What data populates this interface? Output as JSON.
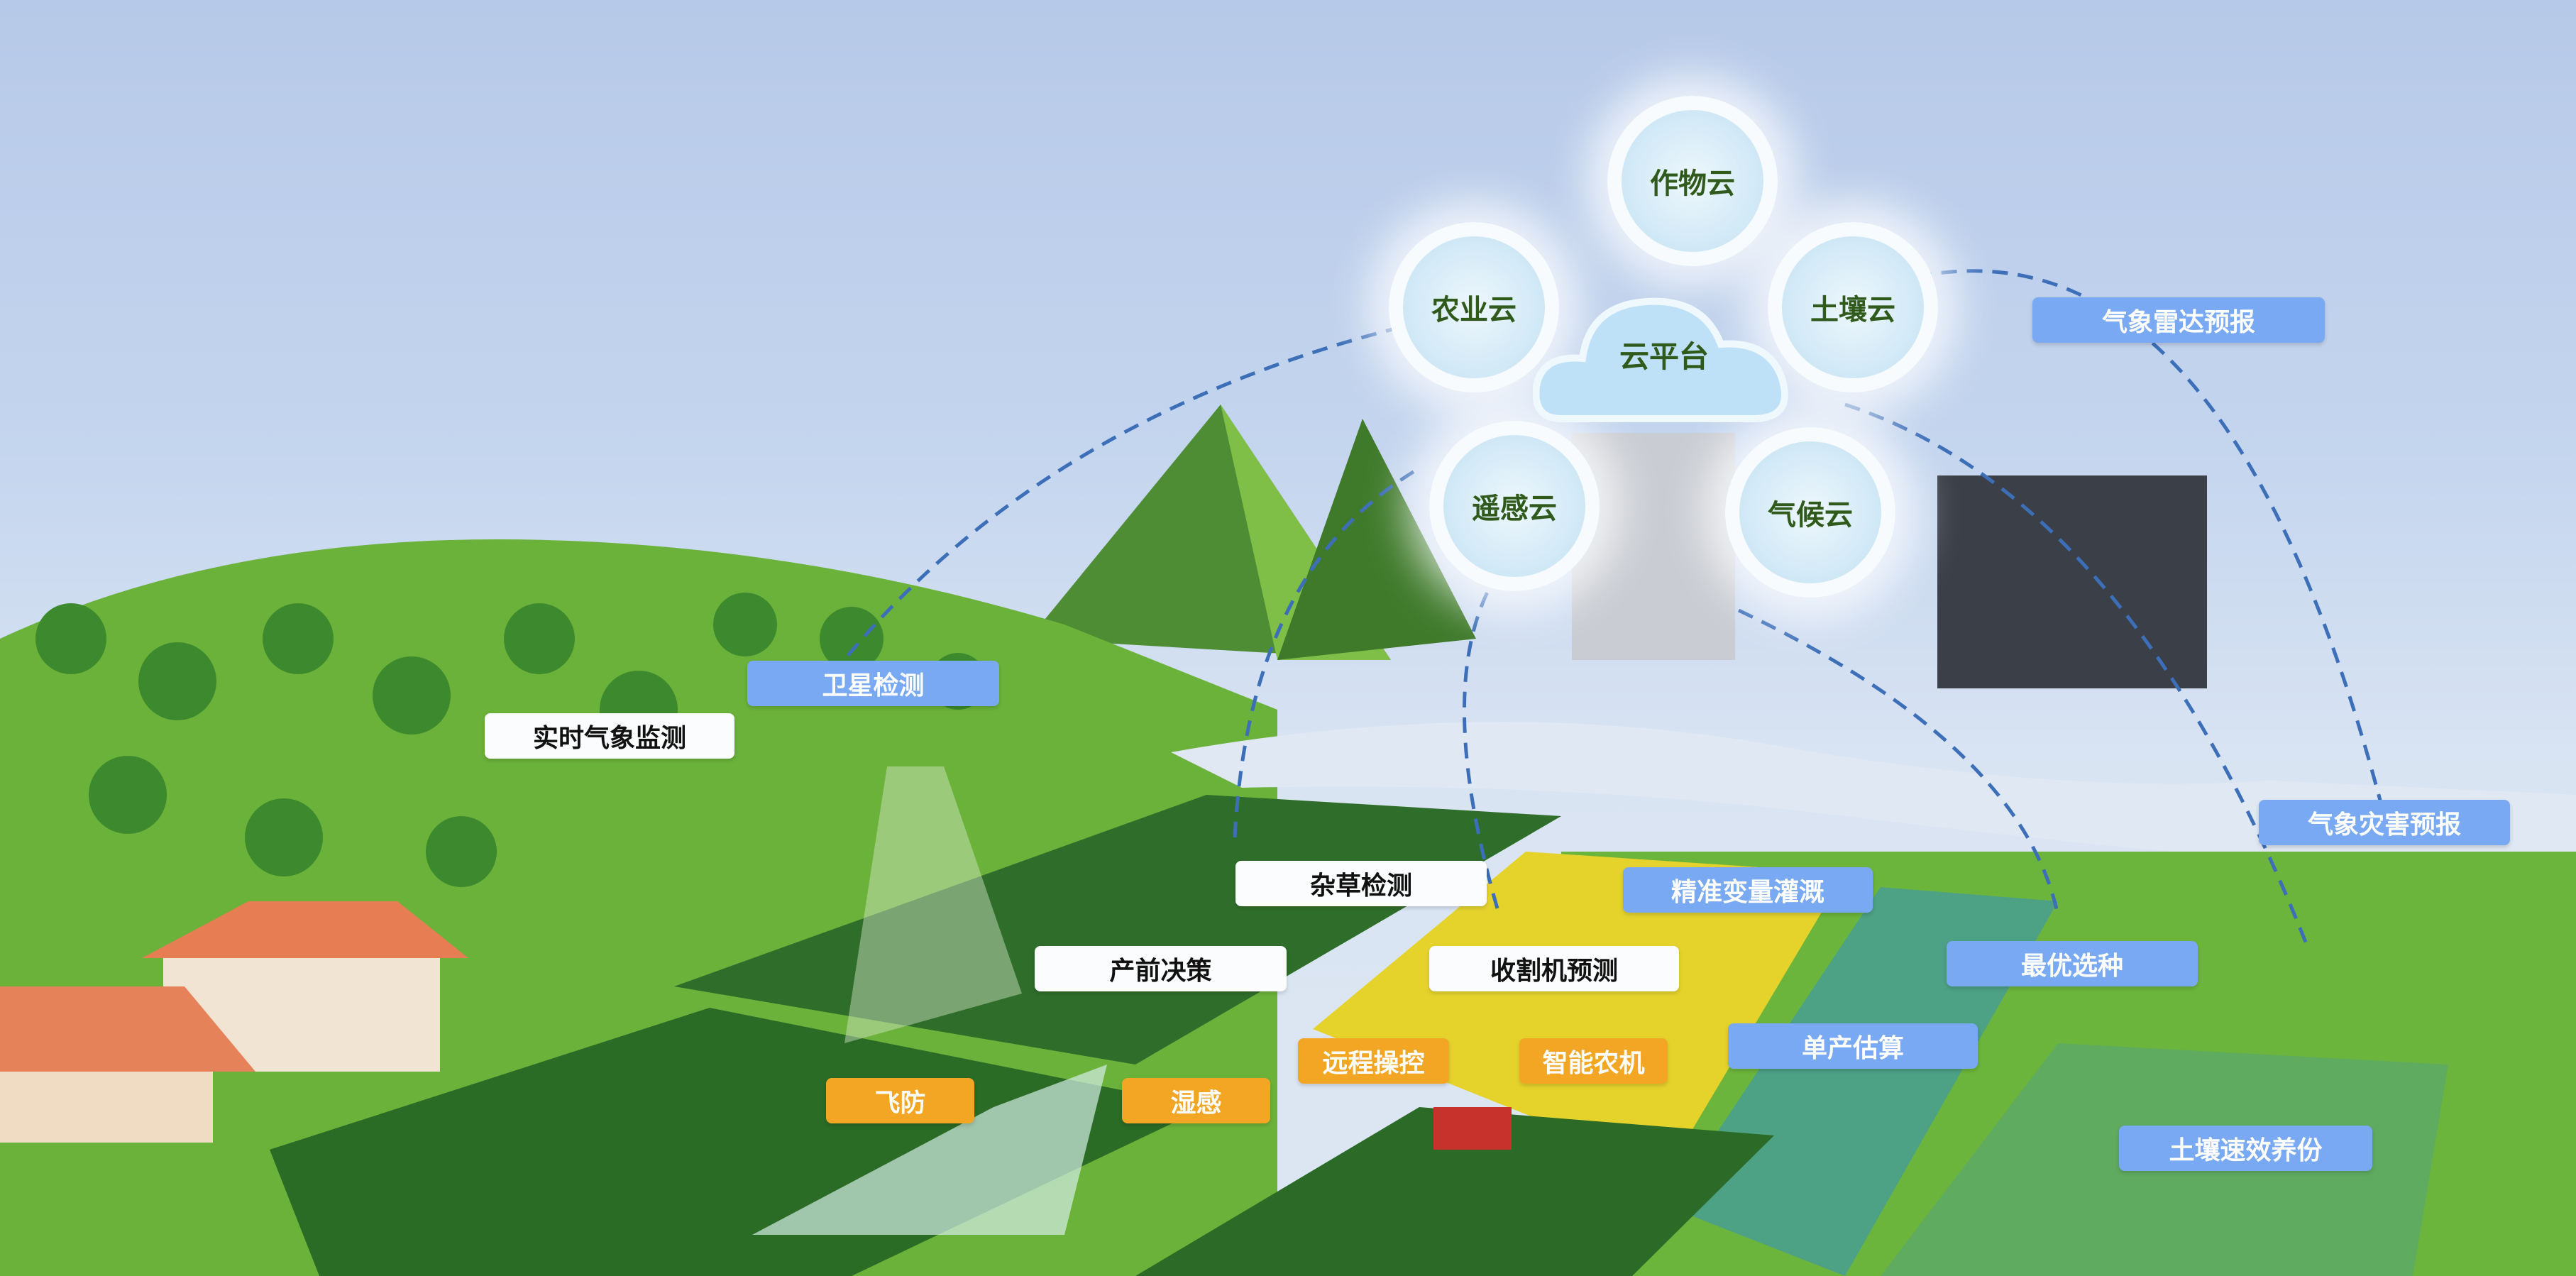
{
  "platform": {
    "center": "云平台",
    "clouds": [
      "作物云",
      "农业云",
      "土壤云",
      "遥感云",
      "气候云"
    ]
  },
  "labels": {
    "radar": "气象雷达预报",
    "satellite": "卫星检测",
    "weather_monitor": "实时气象监测",
    "weed": "杂草检测",
    "irrigation": "精准变量灌溉",
    "disaster": "气象灾害预报",
    "pre_decision": "产前决策",
    "harvester": "收割机预测",
    "seed": "最优选种",
    "yield": "单产估算",
    "remote": "远程操控",
    "smart_machine": "智能农机",
    "spray": "飞防",
    "moisture": "湿感",
    "soil": "土壤速效养份"
  },
  "colors": {
    "blue_label": "#79a9f2",
    "orange_label": "#f3a624",
    "white_label": "#fbfcfd",
    "cloud_text": "#2f5a1c"
  }
}
